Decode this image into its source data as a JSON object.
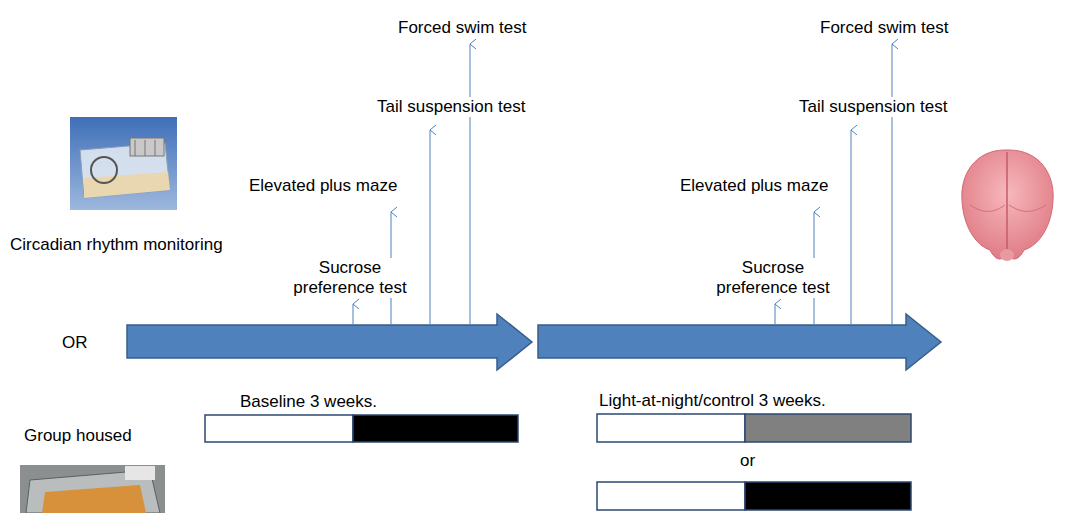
{
  "diagram": {
    "labels": [
      "Forced swim test",
      "Tail suspension test",
      "Elevated plus maze",
      "Sucrose preference test",
      "Circadian rhythm monitoring",
      "OR",
      "Group housed",
      "Baseline 3 weeks.",
      "Forced swim test",
      "Tail suspension test",
      "Elevated plus maze",
      "Sucrose preference test",
      "Light-at-night/control 3 weeks.",
      "or"
    ]
  }
}
